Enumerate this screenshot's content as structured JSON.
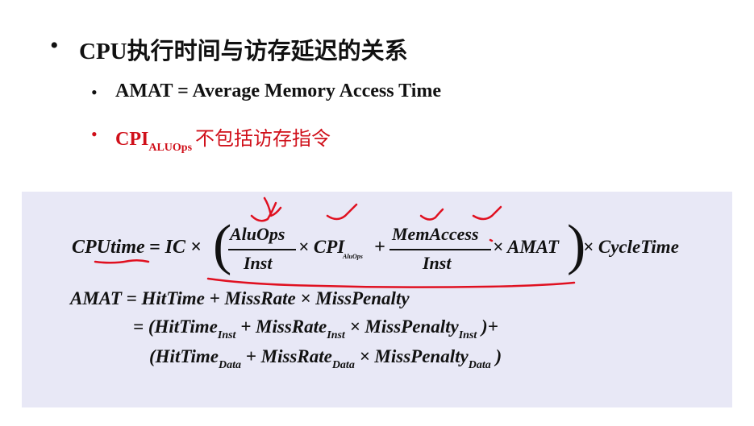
{
  "bullets": {
    "b1": "CPU执行时间与访存延迟的关系",
    "b2": "AMAT = Average Memory Access Time",
    "b3_main": "CPI",
    "b3_sub": "ALUOps",
    "b3_text": "不包括访存指令"
  },
  "formula1": {
    "lhs": "CPUtime",
    "eq": "= IC ×",
    "frac1_num": "AluOps",
    "frac1_den": "Inst",
    "cpi": "× CPI",
    "cpi_sub": "AluOps",
    "plus": "+",
    "frac2_num": "MemAccess",
    "frac2_den": "Inst",
    "amat": "× AMAT",
    "tail": "× CycleTime"
  },
  "formula2": {
    "line1": "AMAT = HitTime + MissRate × MissPenalty",
    "line2_a": "= (HitTime",
    "line2_a_sub": "Inst",
    "line2_b": "+ MissRate",
    "line2_b_sub": "Inst",
    "line2_c": "× MissPenalty",
    "line2_c_sub": "Inst",
    "line2_d": ")+",
    "line3_a": "(HitTime",
    "line3_a_sub": "Data",
    "line3_b": "+ MissRate",
    "line3_b_sub": "Data",
    "line3_c": "× MissPenalty",
    "line3_c_sub": "Data",
    "line3_d": ")"
  },
  "colors": {
    "bullet_red": "#d0101a",
    "box_bg": "#e8e8f6",
    "annotation_red": "#e01020"
  }
}
